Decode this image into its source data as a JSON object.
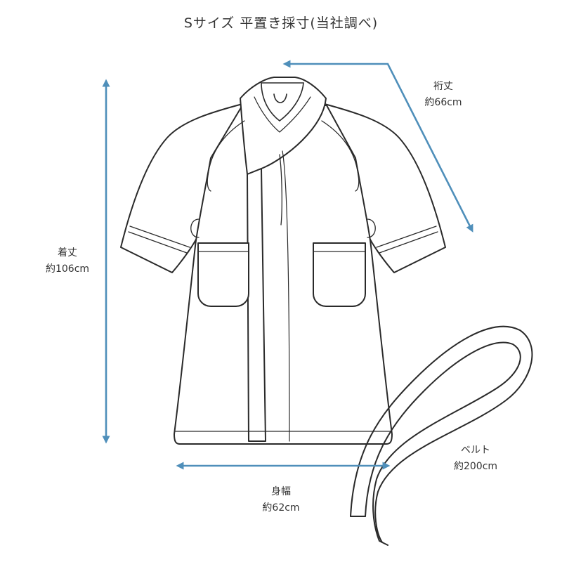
{
  "title": "Sサイズ 平置き採寸(当社調べ)",
  "measurements": {
    "length": {
      "name": "着丈",
      "value": "約106cm"
    },
    "sleeve": {
      "name": "裄丈",
      "value": "約66cm"
    },
    "width": {
      "name": "身幅",
      "value": "約62cm"
    },
    "belt": {
      "name": "ベルト",
      "value": "約200cm"
    }
  },
  "colors": {
    "arrow": "#4f8fba",
    "outline": "#2a2a2a",
    "text": "#333333"
  }
}
